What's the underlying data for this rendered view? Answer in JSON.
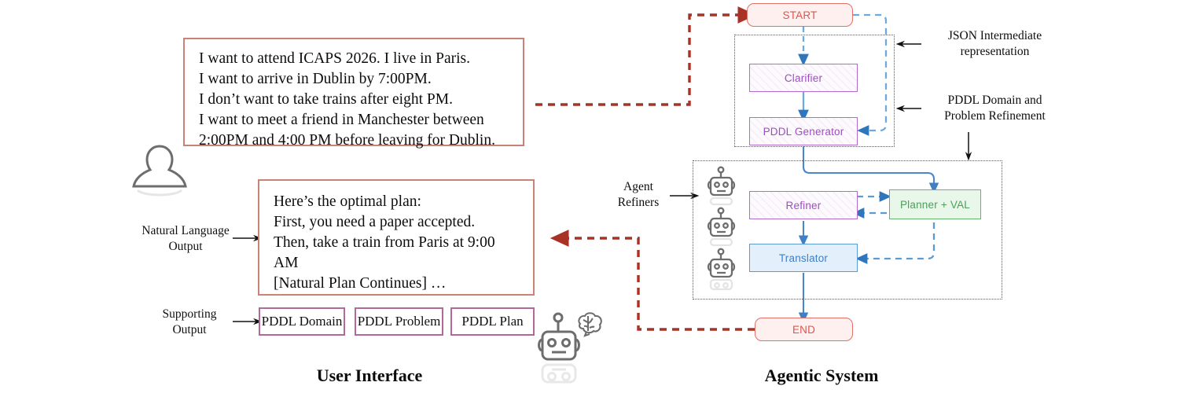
{
  "user_interface": {
    "section_title": "User Interface",
    "input_message": "I want to attend ICAPS 2026. I live in Paris.\nI want to arrive in Dublin by 7:00PM.\nI don’t want to take trains after eight PM.\nI want to meet a friend in Manchester between\n2:00PM and 4:00 PM before leaving for Dublin.",
    "output_message": "Here’s the optimal plan:\nFirst, you need a paper accepted.\nThen, take a train from Paris at 9:00\nAM\n[Natural Plan Continues] …",
    "natural_language_output_label": "Natural Language\nOutput",
    "supporting_output_label": "Supporting\nOutput",
    "supporting_chips": [
      {
        "label": "PDDL Domain"
      },
      {
        "label": "PDDL Problem"
      },
      {
        "label": "PDDL Plan"
      }
    ],
    "user_icon": "person-icon",
    "assistant_icon": "robot-brain-icon"
  },
  "agentic_system": {
    "section_title": "Agentic System",
    "nodes": {
      "start": "START",
      "clarifier": "Clarifier",
      "pddl_generator": "PDDL Generator",
      "refiner": "Refiner",
      "planner_val": "Planner + VAL",
      "translator": "Translator",
      "end": "END"
    },
    "annotations": {
      "json_intermediate": "JSON Intermediate\nrepresentation",
      "pddl_refinement": "PDDL Domain and\nProblem Refinement",
      "agent_refiners": "Agent\nRefiners"
    },
    "agent_icons": [
      "robot-icon",
      "robot-icon",
      "robot-icon"
    ]
  },
  "colors": {
    "red_accent": "#c0392b",
    "start_end_border": "#e0706a",
    "start_end_fill": "#fdf0ef",
    "purple_border": "#b56ad0",
    "green_border": "#63b56f",
    "green_fill": "#e9f7ea",
    "blue_border": "#5b9bd5",
    "blue_fill": "#e3f0fb",
    "box_border_salmon": "#c98276",
    "chip_border_magenta": "#b3689a",
    "dotted_gray": "#5c5c5c",
    "flow_blue": "#4a86c8"
  }
}
